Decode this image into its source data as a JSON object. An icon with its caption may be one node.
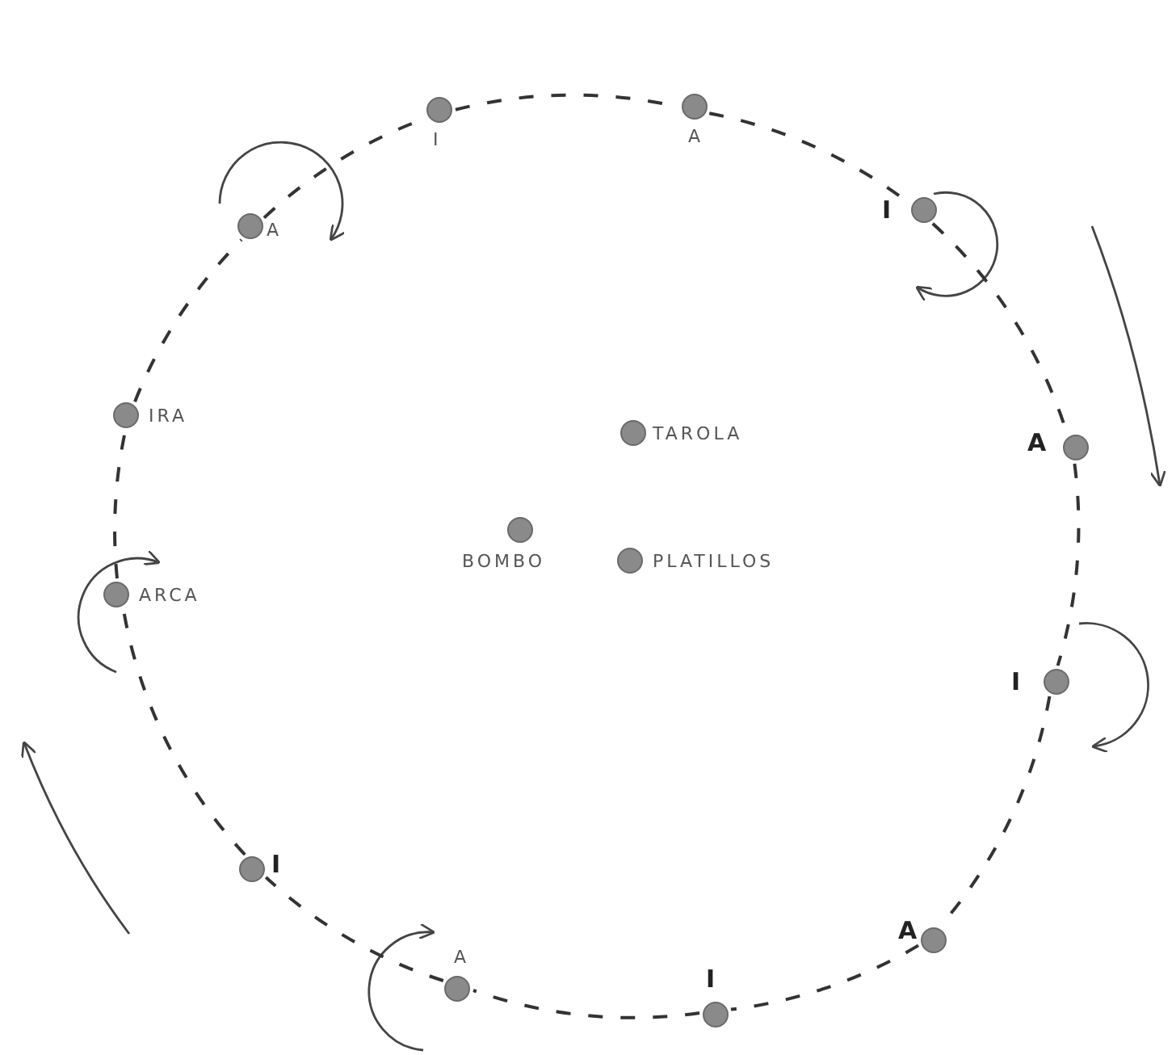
{
  "diagram": {
    "nodes": [
      {
        "text": [],
        "shape": "circle",
        "beside": [
          "I"
        ]
      },
      {
        "text": [],
        "shape": "circle",
        "beside": [
          "A"
        ]
      },
      {
        "text": [],
        "shape": "circle",
        "beside": [
          "A"
        ]
      },
      {
        "text": [],
        "shape": "circle",
        "beside": [
          "I"
        ]
      },
      {
        "text": [],
        "shape": "circle",
        "beside": [
          "IRA"
        ]
      },
      {
        "text": [],
        "shape": "circle",
        "beside": [
          "A"
        ]
      },
      {
        "text": [],
        "shape": "circle",
        "beside": [
          "TAROLA"
        ]
      },
      {
        "text": [],
        "shape": "circle",
        "beside": [
          "BOMBO"
        ]
      },
      {
        "text": [],
        "shape": "circle",
        "beside": [
          "PLATILLOS"
        ]
      },
      {
        "text": [],
        "shape": "circle",
        "beside": [
          "ARCA"
        ]
      },
      {
        "text": [],
        "shape": "circle",
        "beside": [
          "I"
        ]
      },
      {
        "text": [],
        "shape": "circle",
        "beside": [
          "I"
        ]
      },
      {
        "text": [],
        "shape": "circle",
        "beside": [
          "A"
        ]
      },
      {
        "text": [],
        "shape": "circle",
        "beside": [
          "A"
        ]
      },
      {
        "text": [],
        "shape": "circle",
        "beside": [
          "I"
        ]
      }
    ],
    "edges": [
      {
        "from": 0,
        "to": 1,
        "arrow": "none",
        "style": "dashed"
      },
      {
        "from": 1,
        "to": 3,
        "arrow": "none",
        "style": "dashed"
      },
      {
        "from": 3,
        "to": 5,
        "arrow": "none",
        "style": "dashed"
      },
      {
        "from": 5,
        "to": 10,
        "arrow": "none",
        "style": "dashed"
      },
      {
        "from": 10,
        "to": 12,
        "arrow": "none",
        "style": "dashed"
      },
      {
        "from": 12,
        "to": 14,
        "arrow": "none",
        "style": "dashed"
      },
      {
        "from": 14,
        "to": 13,
        "arrow": "none",
        "style": "dashed"
      },
      {
        "from": 13,
        "to": 11,
        "arrow": "none",
        "style": "dashed"
      },
      {
        "from": 11,
        "to": 9,
        "arrow": "none",
        "style": "dashed"
      },
      {
        "from": 9,
        "to": 4,
        "arrow": "none",
        "style": "dashed"
      },
      {
        "from": 4,
        "to": 2,
        "arrow": "none",
        "style": "dashed"
      },
      {
        "from": 2,
        "to": 0,
        "arrow": "none",
        "style": "dashed"
      }
    ]
  }
}
